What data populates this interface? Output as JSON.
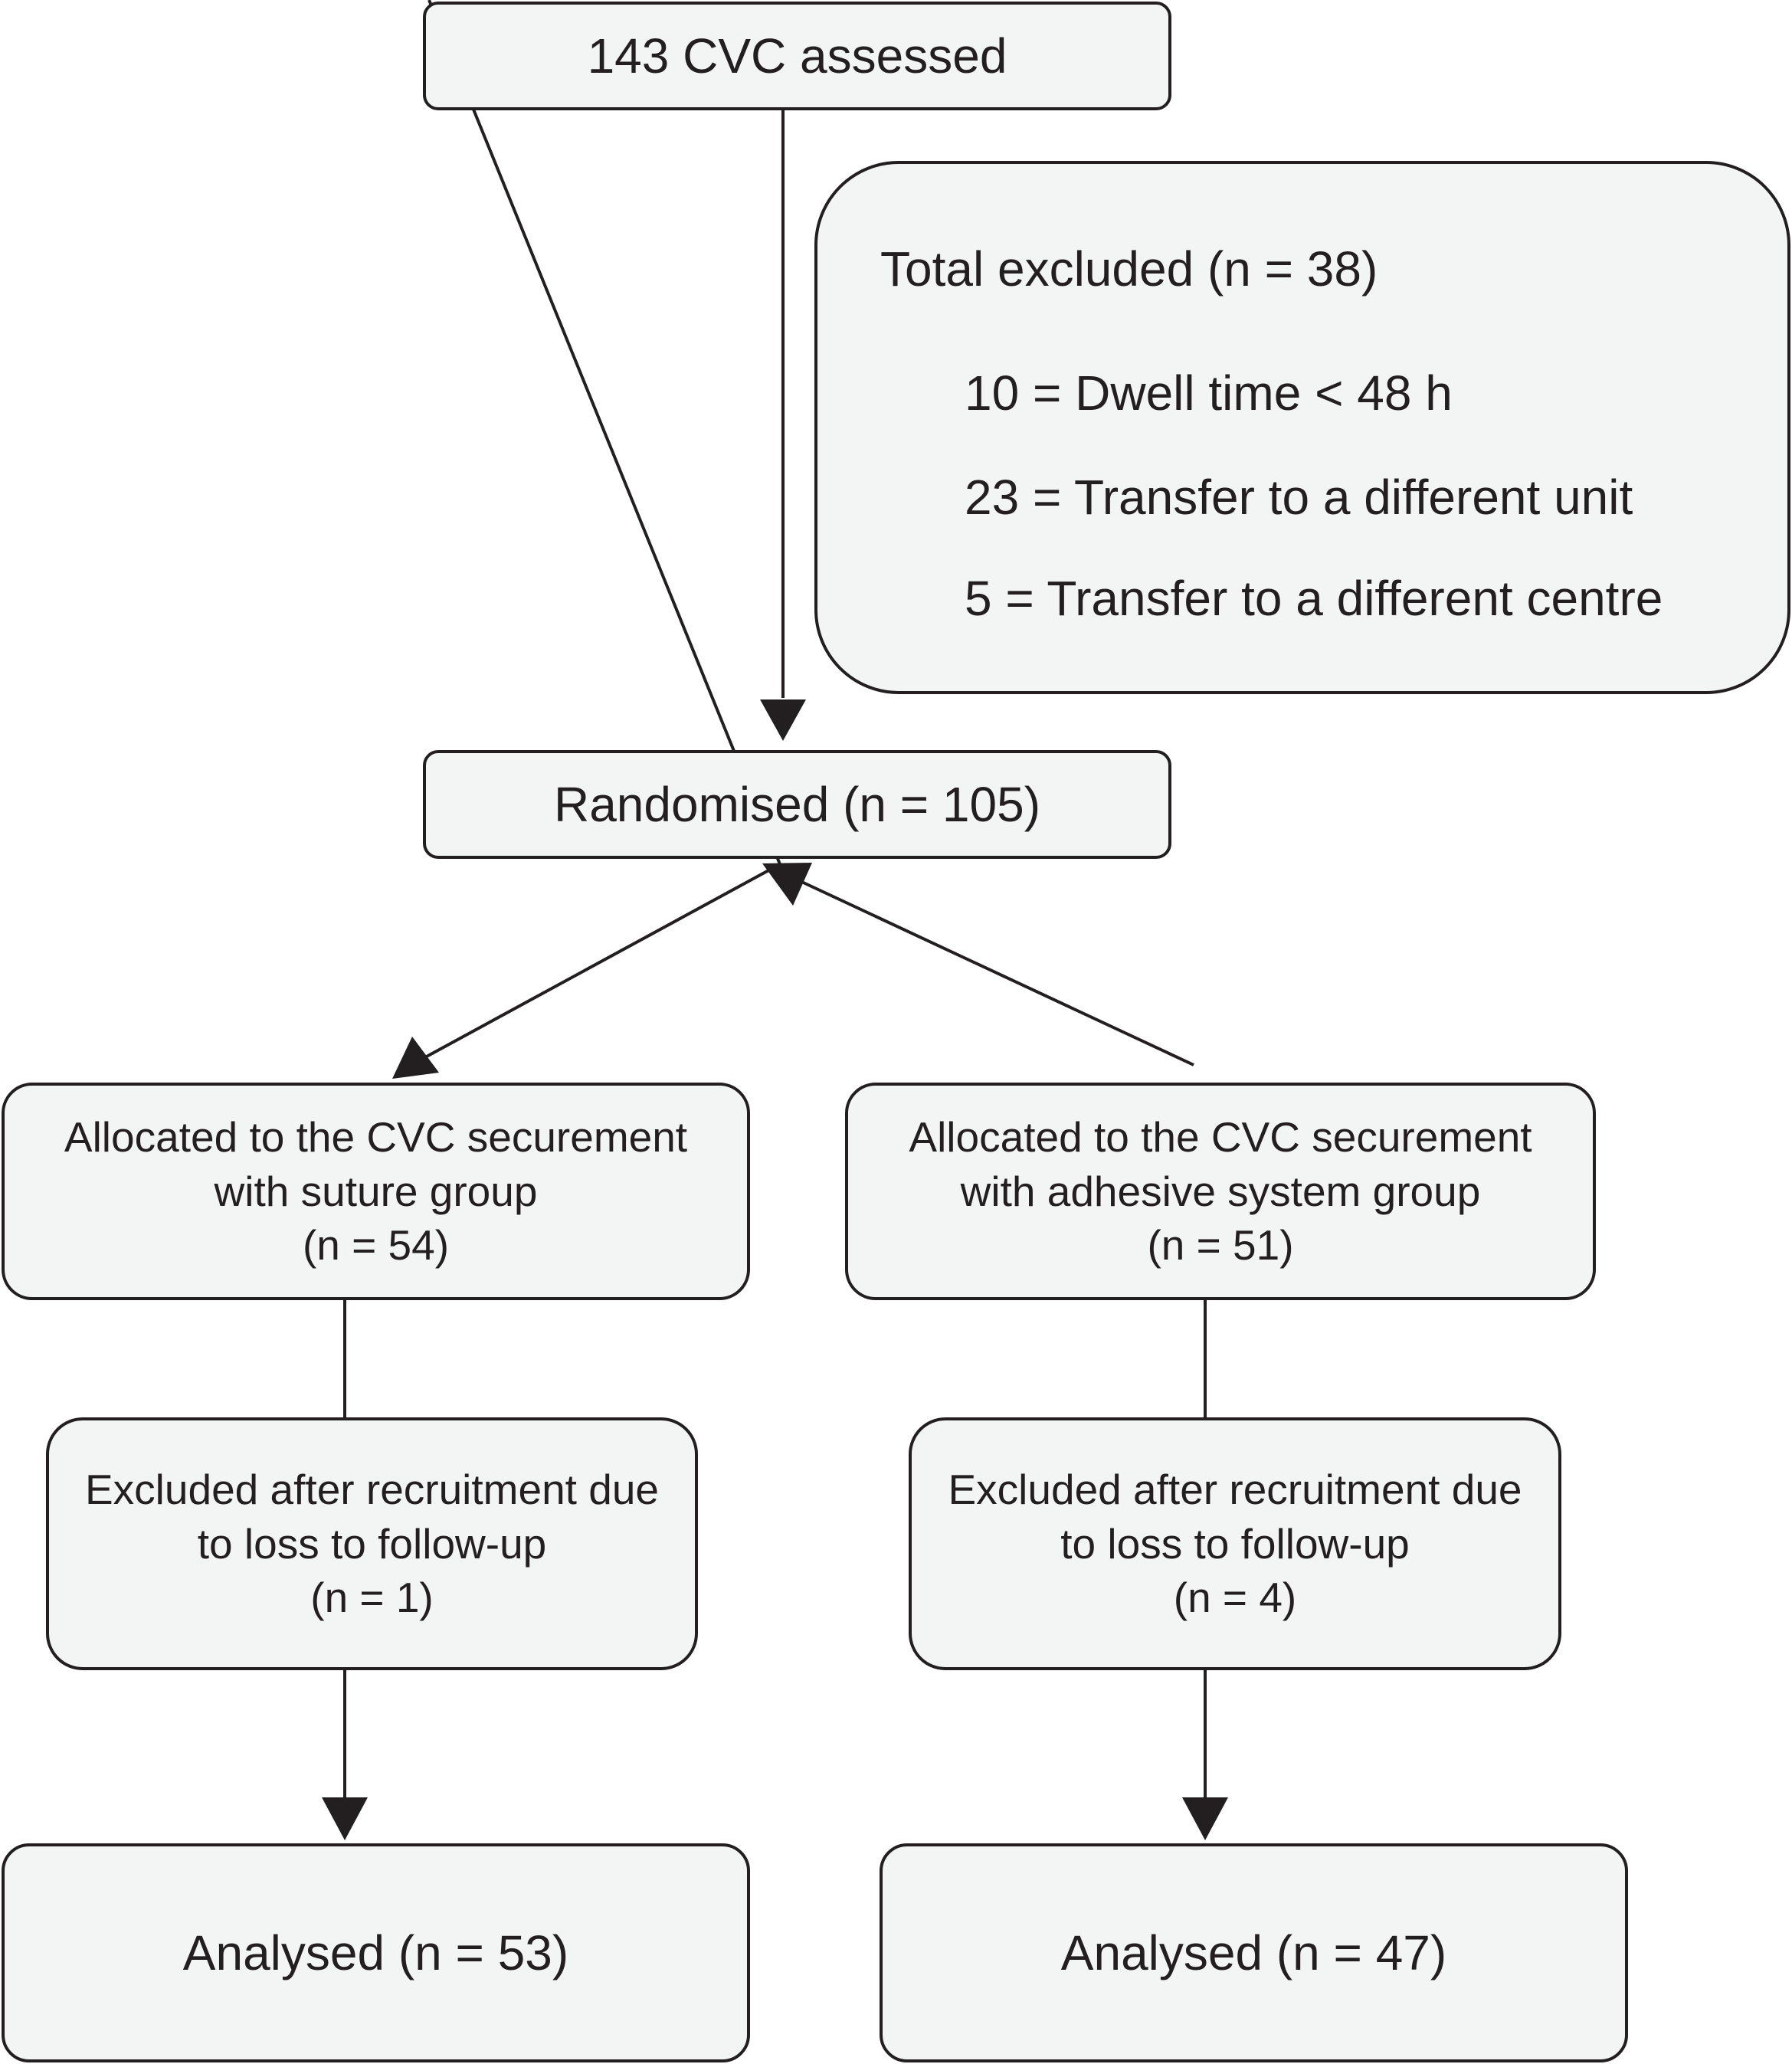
{
  "assessed": {
    "text": "143 CVC assessed"
  },
  "excluded": {
    "title": "Total excluded (n = 38)",
    "items": [
      "10  = Dwell time < 48 h",
      "23  =  Transfer to a different unit",
      "5 = Transfer to a different centre"
    ]
  },
  "randomised": {
    "text": "Randomised (n = 105)"
  },
  "suture_group": {
    "lines": [
      "Allocated to the CVC securement",
      "with suture group",
      "(n = 54)"
    ]
  },
  "adhesive_group": {
    "lines": [
      "Allocated to the CVC securement",
      "with adhesive system group",
      "(n = 51)"
    ]
  },
  "suture_lost": {
    "lines": [
      "Excluded after recruitment due",
      "to loss to follow-up",
      "(n = 1)"
    ]
  },
  "adhesive_lost": {
    "lines": [
      "Excluded after recruitment due",
      "to loss to follow-up",
      "(n = 4)"
    ]
  },
  "suture_analysed": {
    "text": "Analysed (n = 53)"
  },
  "adhesive_analysed": {
    "text": "Analysed (n = 47)"
  },
  "colors": {
    "box_fill": "#f3f5f4",
    "stroke": "#231f20"
  }
}
